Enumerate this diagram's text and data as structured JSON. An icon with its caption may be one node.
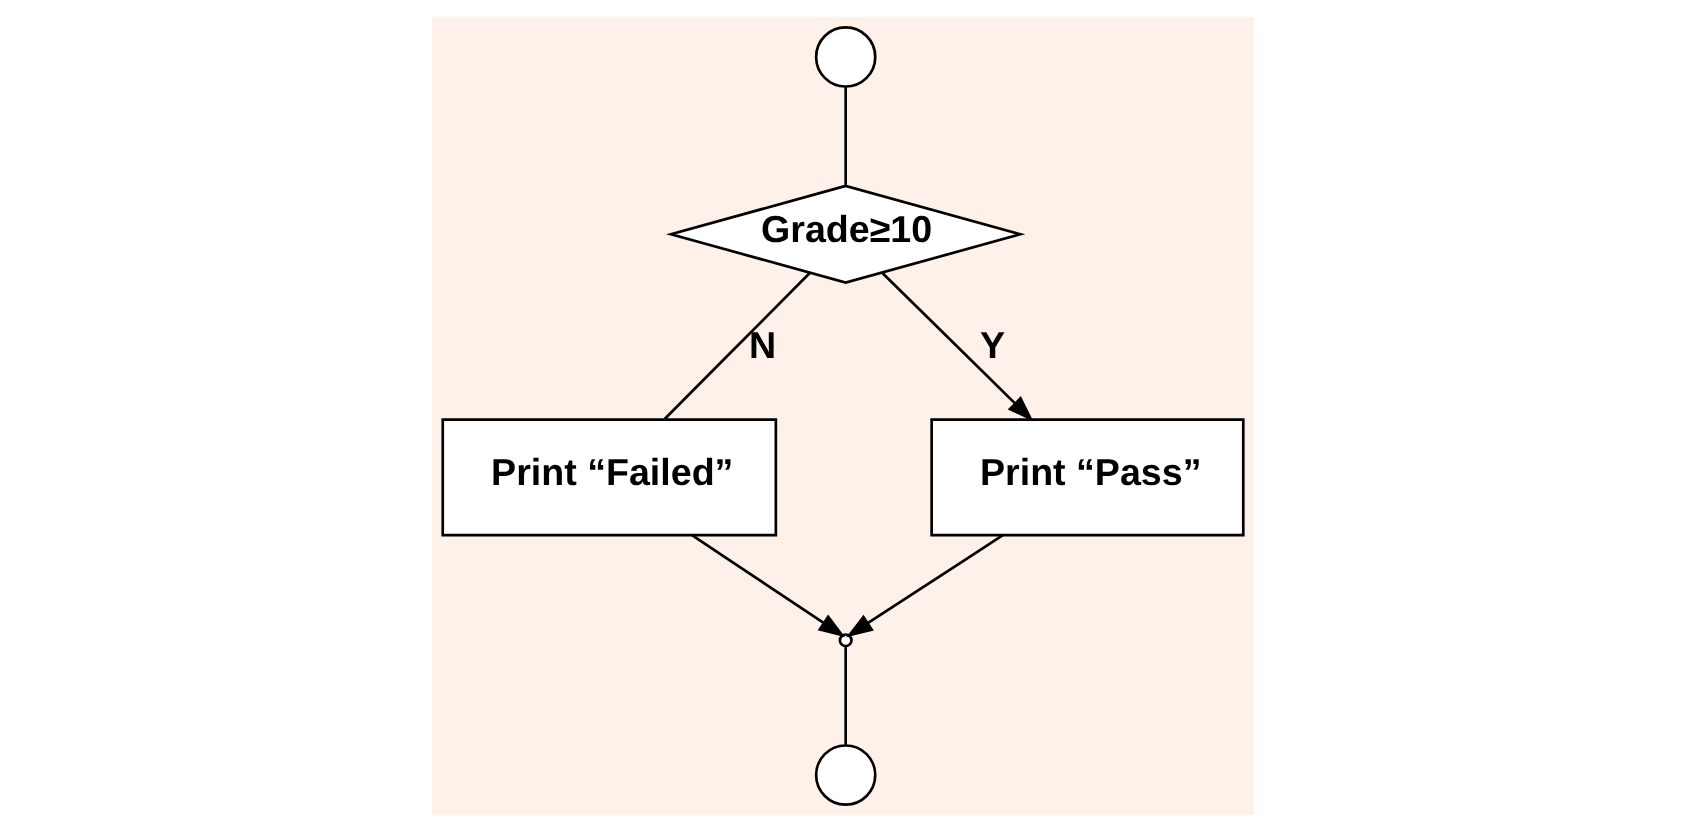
{
  "diagram": {
    "nodes": [
      {
        "text": [],
        "shape": "circle"
      },
      {
        "text": [
          "Grade≥10"
        ]
      },
      {
        "text": [
          "Print “Failed”"
        ]
      },
      {
        "text": [
          "Print “Pass”"
        ]
      },
      {
        "text": [],
        "shape": "point"
      },
      {
        "text": [],
        "shape": "circle"
      }
    ],
    "edges": [
      {
        "from": 0,
        "to": 1,
        "arrow": "none"
      },
      {
        "from": 1,
        "to": 2,
        "arrow": "none",
        "label": "N"
      },
      {
        "from": 1,
        "to": 3,
        "arrow": "to",
        "label": "Y"
      },
      {
        "from": 2,
        "to": 4,
        "arrow": "to"
      },
      {
        "from": 3,
        "to": 4,
        "arrow": "to"
      },
      {
        "from": 4,
        "to": 5,
        "arrow": "none"
      }
    ]
  }
}
